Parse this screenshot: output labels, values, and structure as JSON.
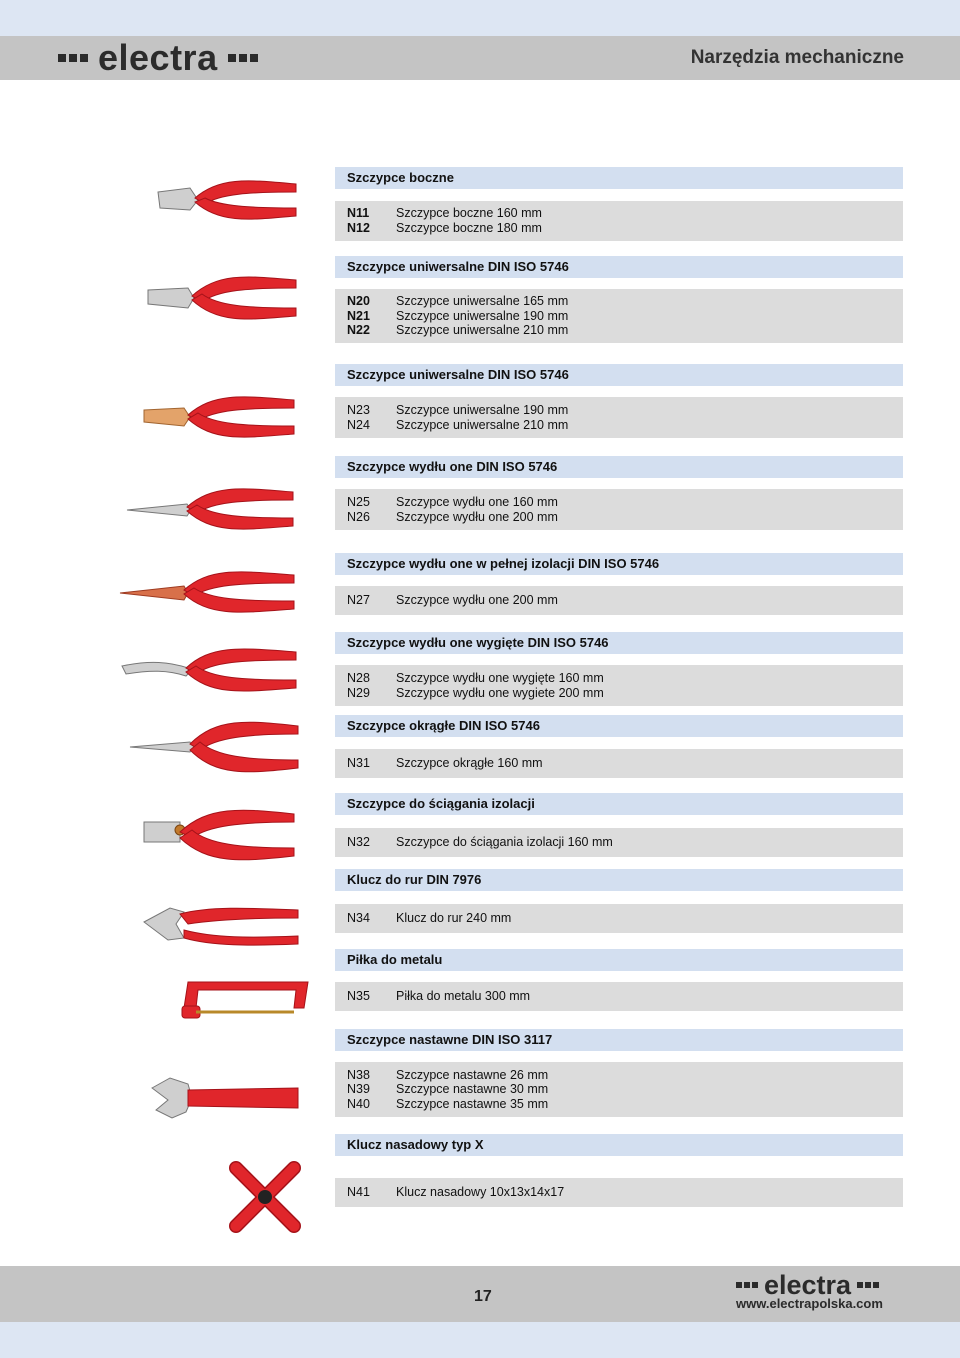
{
  "header": {
    "logo_text": "electra",
    "title": "Narzędzia mechaniczne"
  },
  "sections": [
    {
      "title": "Szczypce boczne",
      "items": [
        {
          "code": "N11",
          "desc": "Szczypce boczne 160 mm"
        },
        {
          "code": "N12",
          "desc": "Szczypce boczne 180 mm"
        }
      ]
    },
    {
      "title": "Szczypce uniwersalne DIN ISO 5746",
      "items": [
        {
          "code": "N20",
          "desc": "Szczypce uniwersalne 165 mm"
        },
        {
          "code": "N21",
          "desc": "Szczypce uniwersalne 190 mm"
        },
        {
          "code": "N22",
          "desc": "Szczypce uniwersalne 210 mm"
        }
      ]
    },
    {
      "title": "Szczypce uniwersalne DIN ISO 5746",
      "items": [
        {
          "code": "N23",
          "desc": "Szczypce uniwersalne 190 mm"
        },
        {
          "code": "N24",
          "desc": "Szczypce uniwersalne 210 mm"
        }
      ]
    },
    {
      "title": "Szczypce wydłu one DIN ISO 5746",
      "items": [
        {
          "code": "N25",
          "desc": "Szczypce wydłu one 160 mm"
        },
        {
          "code": "N26",
          "desc": "Szczypce wydłu one 200 mm"
        }
      ]
    },
    {
      "title": "Szczypce wydłu one w pełnej izolacji DIN ISO 5746",
      "items": [
        {
          "code": "N27",
          "desc": "Szczypce wydłu one 200 mm"
        }
      ]
    },
    {
      "title": "Szczypce wydłu one wygięte DIN ISO 5746",
      "items": [
        {
          "code": "N28",
          "desc": "Szczypce wydłu one wygięte 160 mm"
        },
        {
          "code": "N29",
          "desc": "Szczypce wydłu one wygiete 200 mm"
        }
      ]
    },
    {
      "title": "Szczypce okrągłe DIN ISO 5746",
      "items": [
        {
          "code": "N31",
          "desc": "Szczypce okrągłe 160 mm"
        }
      ]
    },
    {
      "title": "Szczypce do ściągania izolacji",
      "items": [
        {
          "code": "N32",
          "desc": "Szczypce do ściągania izolacji 160 mm"
        }
      ]
    },
    {
      "title": "Klucz do rur DIN 7976",
      "items": [
        {
          "code": "N34",
          "desc": "Klucz do rur 240 mm"
        }
      ]
    },
    {
      "title": "Piłka do metalu",
      "items": [
        {
          "code": "N35",
          "desc": "Piłka do metalu 300 mm"
        }
      ]
    },
    {
      "title": "Szczypce nastawne DIN ISO 3117",
      "items": [
        {
          "code": "N38",
          "desc": "Szczypce nastawne 26 mm"
        },
        {
          "code": "N39",
          "desc": "Szczypce nastawne 30 mm"
        },
        {
          "code": "N40",
          "desc": "Szczypce nastawne 35 mm"
        }
      ]
    },
    {
      "title": "Klucz nasadowy typ X",
      "items": [
        {
          "code": "N41",
          "desc": "Klucz nasadowy 10x13x14x17"
        }
      ]
    }
  ],
  "footer": {
    "page_number": "17",
    "logo_text": "electra",
    "url": "www.electrapolska.com"
  },
  "colors": {
    "header_gray": "#c4c4c4",
    "category_blue": "#d3dff0",
    "item_gray": "#dcdcdc",
    "tool_red": "#e0262b"
  }
}
